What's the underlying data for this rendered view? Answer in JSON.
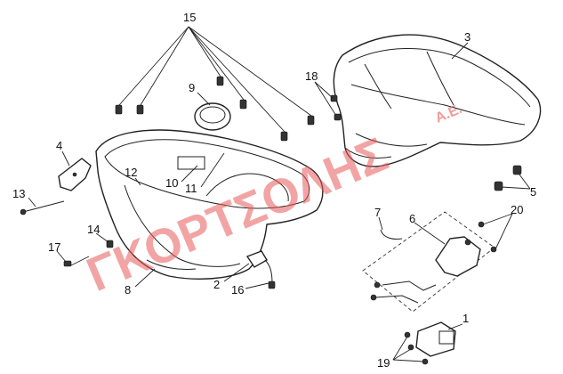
{
  "watermark": {
    "text": "ΓΚΟΡΤΣΟΛΗΣ",
    "suffix": "A.E."
  },
  "colors": {
    "watermark": "#e85a5a",
    "line": "#222222"
  },
  "callouts": [
    {
      "id": "c15",
      "label": "15"
    },
    {
      "id": "c3",
      "label": "3"
    },
    {
      "id": "c9",
      "label": "9"
    },
    {
      "id": "c18",
      "label": "18"
    },
    {
      "id": "c4",
      "label": "4"
    },
    {
      "id": "c12",
      "label": "12"
    },
    {
      "id": "c10",
      "label": "10"
    },
    {
      "id": "c11",
      "label": "11"
    },
    {
      "id": "c13",
      "label": "13"
    },
    {
      "id": "c5",
      "label": "5"
    },
    {
      "id": "c7",
      "label": "7"
    },
    {
      "id": "c6",
      "label": "6"
    },
    {
      "id": "c20",
      "label": "20"
    },
    {
      "id": "c14",
      "label": "14"
    },
    {
      "id": "c17",
      "label": "17"
    },
    {
      "id": "c2",
      "label": "2"
    },
    {
      "id": "c16",
      "label": "16"
    },
    {
      "id": "c8",
      "label": "8"
    },
    {
      "id": "c1",
      "label": "1"
    },
    {
      "id": "c19",
      "label": "19"
    }
  ]
}
